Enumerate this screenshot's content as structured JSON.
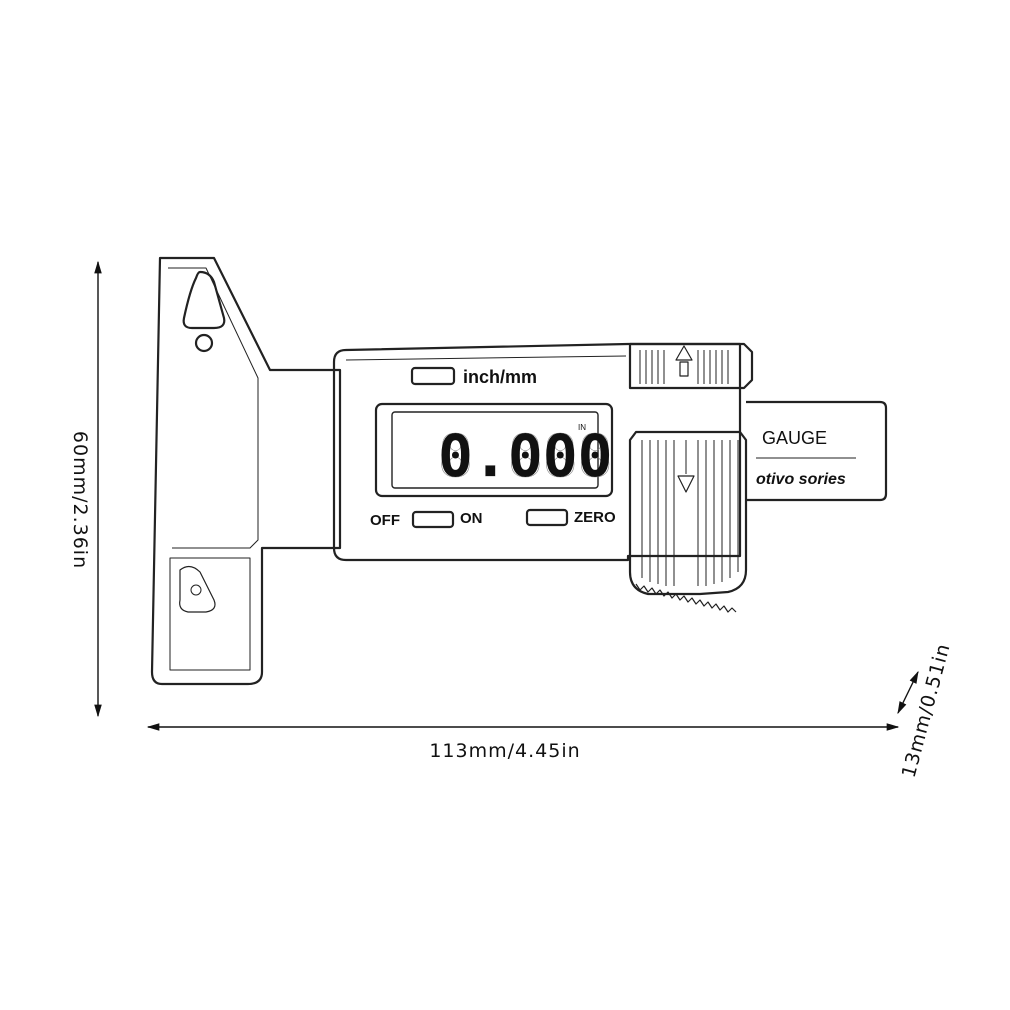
{
  "dimensions": {
    "height": "60mm/2.36in",
    "width": "113mm/4.45in",
    "depth": "13mm/0.51in"
  },
  "gauge": {
    "mode_label": "inch/mm",
    "display_value": "0.000",
    "display_unit": "IN",
    "off_label": "OFF",
    "on_label": "ON",
    "zero_label": "ZERO",
    "beam_label_1": "GAUGE",
    "beam_label_2": "otivo sories"
  }
}
